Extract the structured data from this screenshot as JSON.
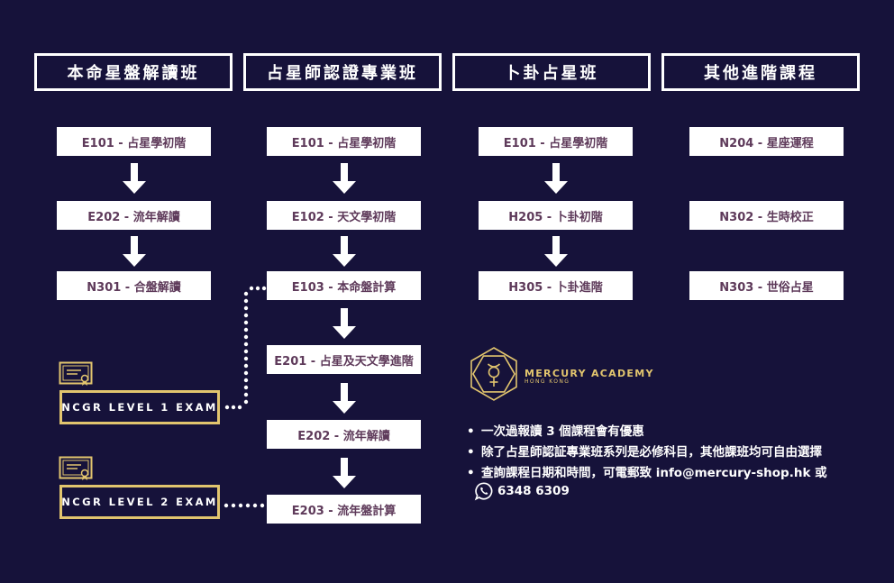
{
  "columns": [
    {
      "title": "本命星盤解讀班",
      "courses": [
        "E101 - 占星學初階",
        "E202 - 流年解讀",
        "N301 - 合盤解讀"
      ]
    },
    {
      "title": "占星師認證專業班",
      "courses": [
        "E101 - 占星學初階",
        "E102 - 天文學初階",
        "E103 - 本命盤計算",
        "E201 - 占星及天文學進階",
        "E202 - 流年解讀",
        "E203 - 流年盤計算"
      ]
    },
    {
      "title": "卜卦占星班",
      "courses": [
        "E101 - 占星學初階",
        "H205 - 卜卦初階",
        "H305 - 卜卦進階"
      ]
    },
    {
      "title": "其他進階課程",
      "courses": [
        "N204 - 星座運程",
        "N302 - 生時校正",
        "N303 - 世俗占星"
      ]
    }
  ],
  "exams": [
    "NCGR LEVEL 1 EXAM",
    "NCGR LEVEL 2 EXAM"
  ],
  "logo": {
    "name": "MERCURY ACADEMY",
    "subtitle": "HONG KONG",
    "icon": "mercury-symbol-icon"
  },
  "notes": [
    "一次過報讀 3 個課程會有優惠",
    "除了占星師認証專業班系列是必修科目，其他課班均可自由選擇",
    "查詢課程日期和時間，可電郵致 info@mercury-shop.hk 或"
  ],
  "phone": {
    "number": "6348 6309",
    "icon": "whatsapp-icon"
  },
  "colors": {
    "background": "#16123a",
    "course_text": "#5e3a5a",
    "gold": "#e2c56e"
  }
}
